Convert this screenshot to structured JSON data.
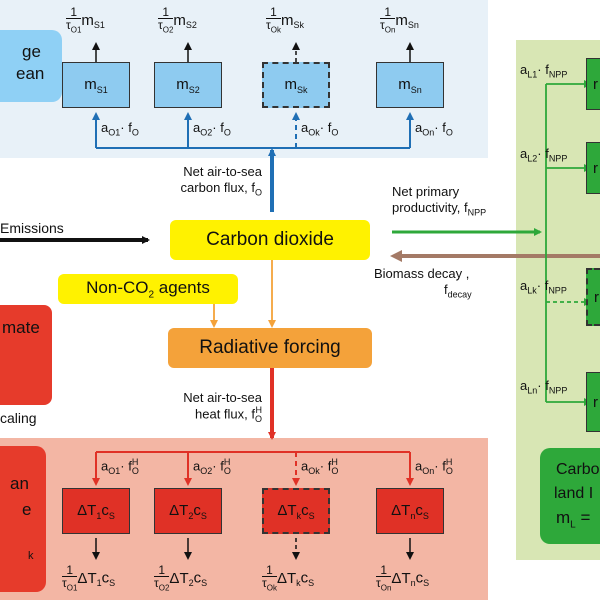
{
  "ocean_carbon": {
    "label_line1": "ge",
    "label_line2": "ean",
    "sinks": [
      {
        "top_prefix": "1",
        "top_tau": "τ",
        "top_tau_sub": "O1",
        "top_m": "m",
        "top_m_sub": "S1",
        "box_m": "m",
        "box_sub": "S1",
        "flow_a": "a",
        "flow_sub": "O1",
        "flow_f": "· f",
        "flow_fsub": "O"
      },
      {
        "top_prefix": "1",
        "top_tau": "τ",
        "top_tau_sub": "O2",
        "top_m": "m",
        "top_m_sub": "S2",
        "box_m": "m",
        "box_sub": "S2",
        "flow_a": "a",
        "flow_sub": "O2",
        "flow_f": "· f",
        "flow_fsub": "O"
      },
      {
        "top_prefix": "1",
        "top_tau": "τ",
        "top_tau_sub": "Ok",
        "top_m": "m",
        "top_m_sub": "Sk",
        "box_m": "m",
        "box_sub": "Sk",
        "flow_a": "a",
        "flow_sub": "Ok",
        "flow_f": "· f",
        "flow_fsub": "O"
      },
      {
        "top_prefix": "1",
        "top_tau": "τ",
        "top_tau_sub": "On",
        "top_m": "m",
        "top_m_sub": "Sn",
        "box_m": "m",
        "box_sub": "Sn",
        "flow_a": "a",
        "flow_sub": "On",
        "flow_f": "· f",
        "flow_fsub": "O"
      }
    ]
  },
  "carbon_flux": {
    "line1": "Net air-to-sea",
    "line2": "carbon flux, f",
    "sub": "O"
  },
  "emissions": "Emissions",
  "carbon_dioxide": "Carbon dioxide",
  "non_co2": {
    "prefix": "Non-CO",
    "sub": "2",
    "suffix": " agents"
  },
  "radiative_forcing": "Radiative forcing",
  "climate_label": "mate",
  "scaling_label": "caling",
  "npp": {
    "line1": "Net primary",
    "line2": "productivity,  f",
    "sub": "NPP"
  },
  "decay": {
    "line1": "Biomass decay ,",
    "line2": "f",
    "sub": "decay"
  },
  "heat_flux": {
    "line1": "Net air-to-sea",
    "line2": "heat flux, f",
    "sup": "H",
    "sub": "O"
  },
  "land": {
    "flows": [
      {
        "a": "a",
        "sub": "L1",
        "f": "· f",
        "fsub": "NPP",
        "box": "r"
      },
      {
        "a": "a",
        "sub": "L2",
        "f": "· f",
        "fsub": "NPP",
        "box": "r"
      },
      {
        "a": "a",
        "sub": "Lk",
        "f": "· f",
        "fsub": "NPP",
        "box": "r"
      },
      {
        "a": "a",
        "sub": "Ln",
        "f": "· f",
        "fsub": "NPP",
        "box": "r"
      }
    ],
    "label_line1": "Carbo",
    "label_line2": "land I",
    "label_line3": "m",
    "label_line3_sub": "L",
    "label_line3_suffix": " = "
  },
  "ocean_heat": {
    "label_line1": "an",
    "label_line2": "e",
    "label_line3": "k",
    "layers": [
      {
        "a": "a",
        "sub": "O1",
        "f": "· f",
        "fsup": "H",
        "fsub": "O",
        "dT": "ΔT",
        "dTsub": "1",
        "c": "c",
        "csub": "S",
        "b1": "1",
        "btau": "τ",
        "btausub": "O1",
        "bdT": "ΔT",
        "bdTsub": "1",
        "bc": "c",
        "bcsub": "S"
      },
      {
        "a": "a",
        "sub": "O2",
        "f": "· f",
        "fsup": "H",
        "fsub": "O",
        "dT": "ΔT",
        "dTsub": "2",
        "c": "c",
        "csub": "S",
        "b1": "1",
        "btau": "τ",
        "btausub": "O2",
        "bdT": "ΔT",
        "bdTsub": "2",
        "bc": "c",
        "bcsub": "S"
      },
      {
        "a": "a",
        "sub": "Ok",
        "f": "· f",
        "fsup": "H",
        "fsub": "O",
        "dT": "ΔT",
        "dTsub": "k",
        "c": "c",
        "csub": "S",
        "b1": "1",
        "btau": "τ",
        "btausub": "Ok",
        "bdT": "ΔT",
        "bdTsub": "k",
        "bc": "c",
        "bcsub": "S"
      },
      {
        "a": "a",
        "sub": "On",
        "f": "· f",
        "fsup": "H",
        "fsub": "O",
        "dT": "ΔT",
        "dTsub": "n",
        "c": "c",
        "csub": "S",
        "b1": "1",
        "btau": "τ",
        "btausub": "On",
        "bdT": "ΔT",
        "bdTsub": "n",
        "bc": "c",
        "bcsub": "S"
      }
    ]
  },
  "colors": {
    "ocean_panel": "#e8f1f8",
    "ocean_box": "#8ecbf0",
    "ocean_label": "#8fd0f5",
    "blue_arrow": "#1f6fb5",
    "yellow": "#fff200",
    "orange": "#f4a23a",
    "red": "#e03126",
    "heat_panel": "#f3b6a4",
    "heat_label": "#e63b2b",
    "green": "#2ea83a",
    "land_panel": "#d8e6b4",
    "brown": "#a47a66"
  }
}
